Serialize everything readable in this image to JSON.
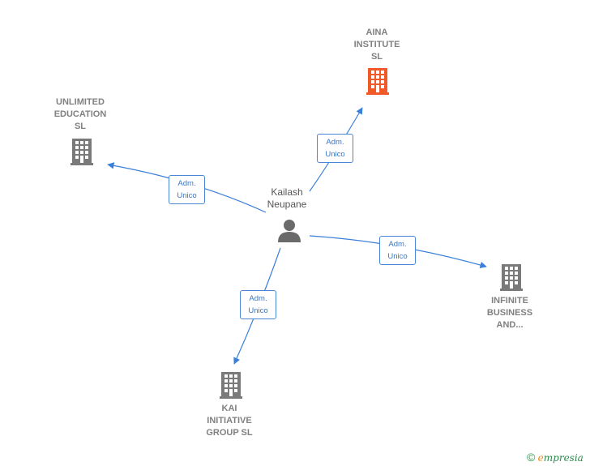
{
  "center": {
    "name_line1": "Kailash",
    "name_line2": "Neupane"
  },
  "nodes": [
    {
      "id": "aina",
      "lines": [
        "AINA",
        "INSTITUTE",
        "SL"
      ],
      "color": "#f05a28"
    },
    {
      "id": "unlimited",
      "lines": [
        "UNLIMITED",
        "EDUCATION",
        "SL"
      ],
      "color": "#7a7a7a"
    },
    {
      "id": "infinite",
      "lines": [
        "INFINITE",
        "BUSINESS",
        "AND..."
      ],
      "color": "#7a7a7a"
    },
    {
      "id": "kai",
      "lines": [
        "KAI",
        "INITIATIVE",
        "GROUP  SL"
      ],
      "color": "#7a7a7a"
    }
  ],
  "edges": [
    {
      "to": "aina",
      "line1": "Adm.",
      "line2": "Unico"
    },
    {
      "to": "unlimited",
      "line1": "Adm.",
      "line2": "Unico"
    },
    {
      "to": "infinite",
      "line1": "Adm.",
      "line2": "Unico"
    },
    {
      "to": "kai",
      "line1": "Adm.",
      "line2": "Unico"
    }
  ],
  "colors": {
    "edge": "#3a7fd9",
    "highlight_building": "#f05a28",
    "building": "#7a7a7a",
    "person": "#6a6a6a"
  },
  "brand": {
    "copyright": "©",
    "name_first": "e",
    "name_rest": "mpresia"
  }
}
